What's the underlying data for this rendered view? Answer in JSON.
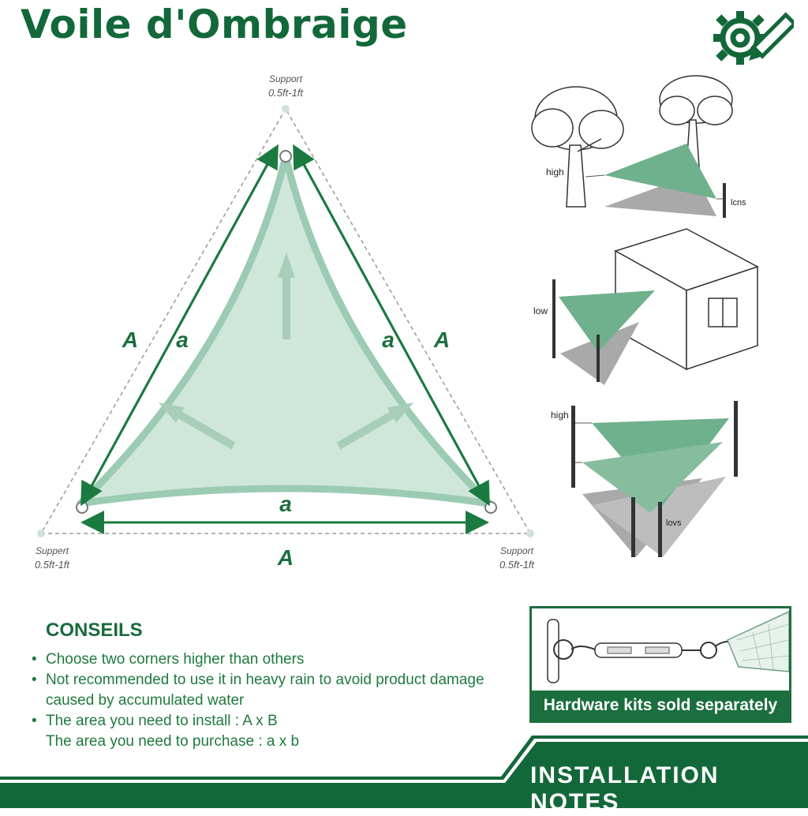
{
  "title": "Voile d'Ombraige",
  "header_icon": "gear-pencil-icon",
  "colors": {
    "brand_green": "#13683a",
    "sail_fill": "#cfe7db",
    "sail_border": "#9ccbb3",
    "sail_scene": "#6fb08d",
    "shadow": "#a9a9a9"
  },
  "diagram": {
    "support_label": "Support",
    "support_label_alt": "Suppert",
    "support_range": "0.5ft-1ft",
    "outer_label": "A",
    "inner_label": "a"
  },
  "scenes": {
    "trees": {
      "high_label": "high",
      "low_label": "lcns"
    },
    "house": {
      "low_label": "low"
    },
    "double": {
      "high_label": "high",
      "low_label": "lovs"
    }
  },
  "tips": {
    "heading": "CONSEILS",
    "items": [
      "Choose two corners higher than others",
      "Not recommended to use it in heavy rain to avoid product damage",
      "The area you need to install : A x B"
    ],
    "item2_cont": "caused by accumulated water",
    "item3_cont": "The area you need to purchase : a x b"
  },
  "hardware": {
    "caption": "Hardware kits sold separately"
  },
  "footer": {
    "label": "INSTALLATION NOTES"
  }
}
